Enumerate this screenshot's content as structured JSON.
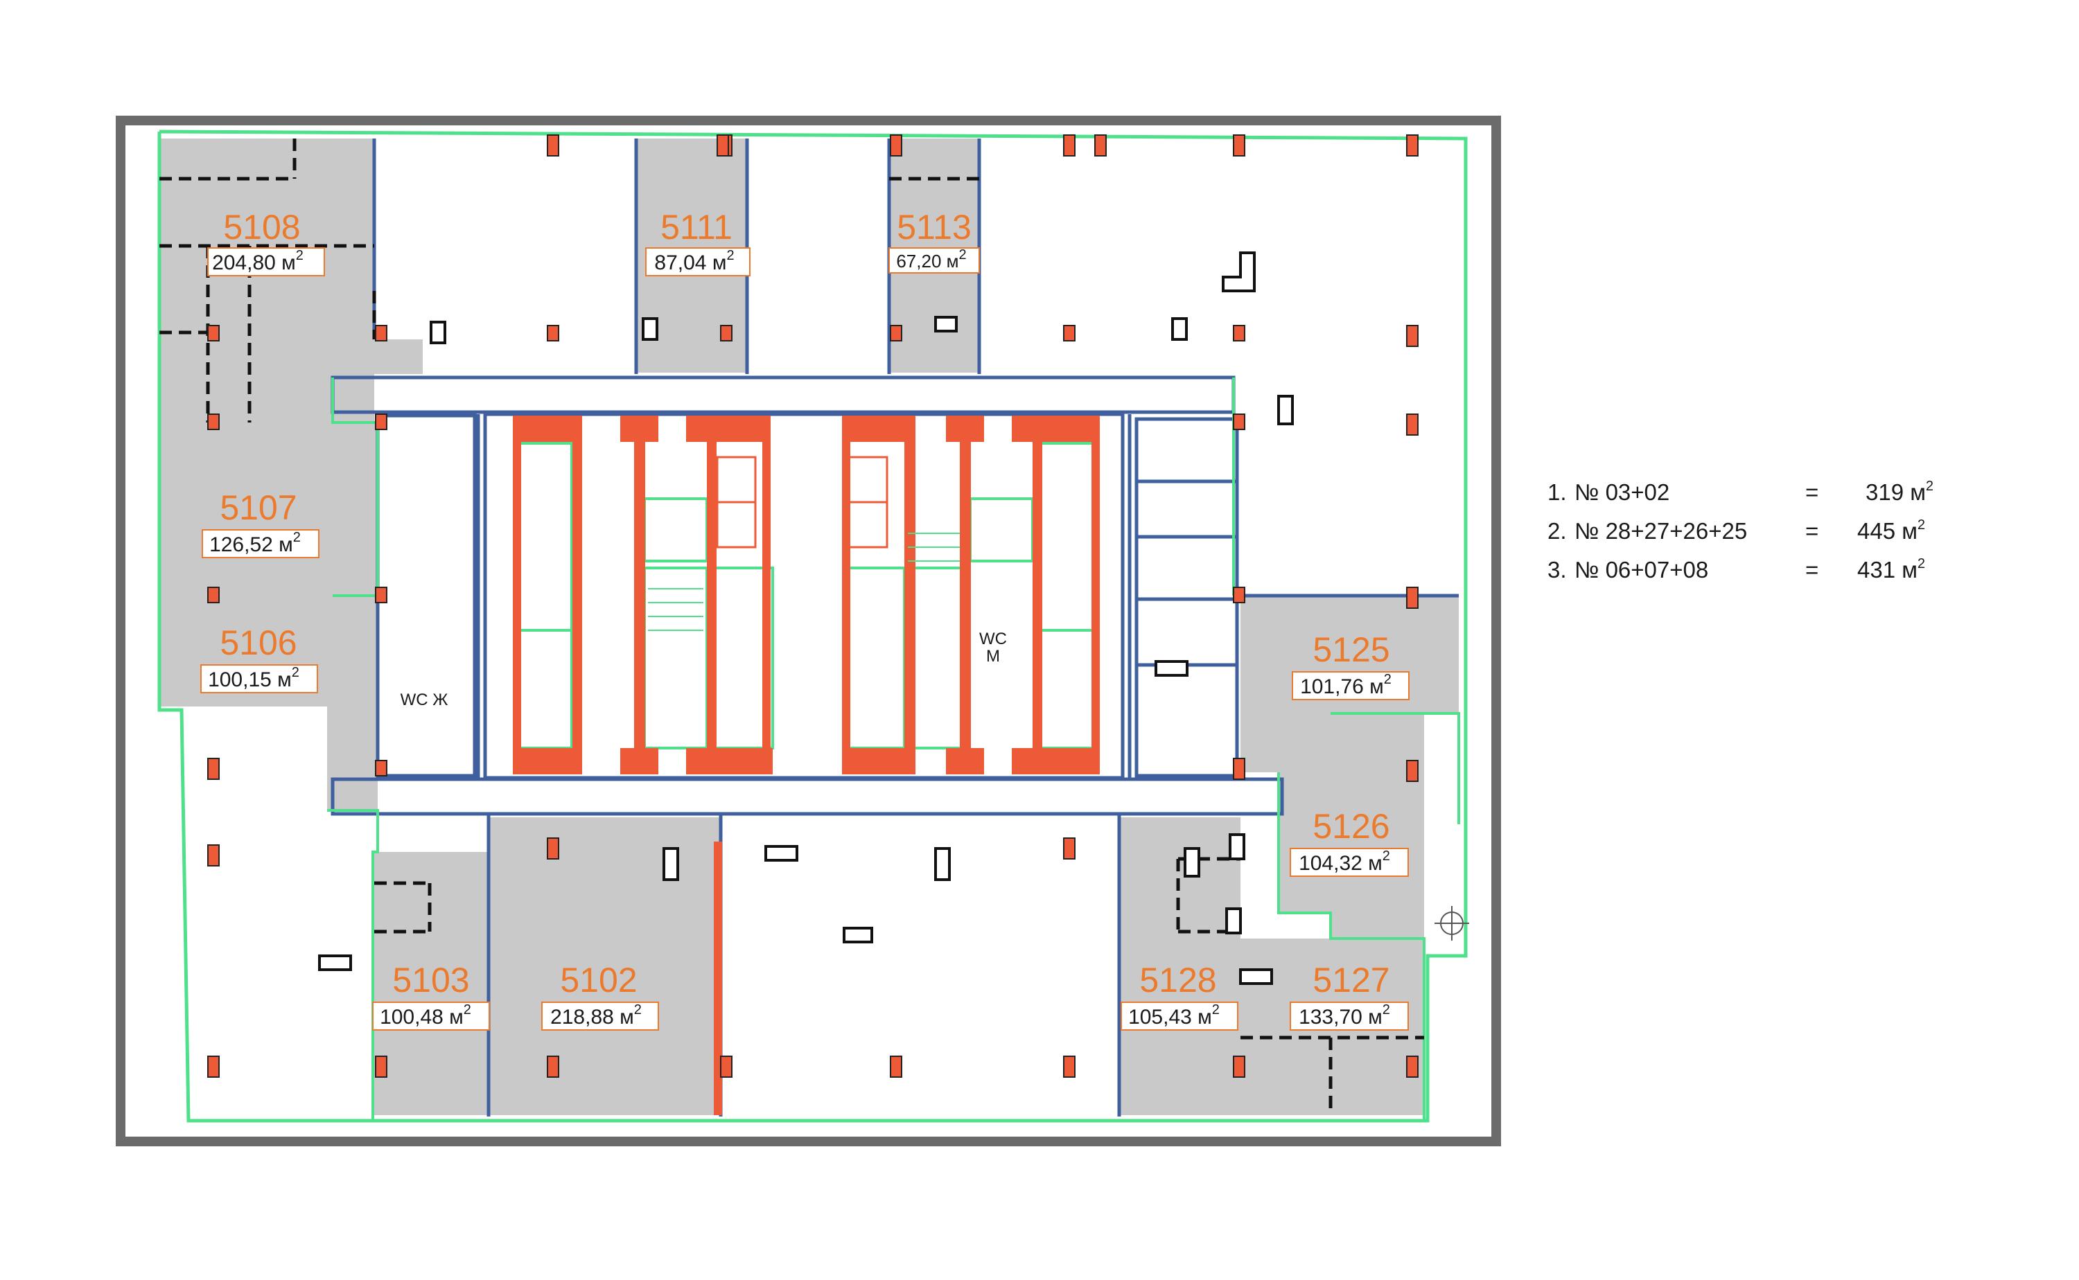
{
  "colors": {
    "frame": "#6b6b6b",
    "outline": "#4fe08c",
    "wall": "#3f5f9e",
    "column": "#ec5a37",
    "room_fill": "#c9c9c9",
    "room_number": "#ec7a2c",
    "label_border": "#ec7a2c",
    "dash": "#111111"
  },
  "units": {
    "area_unit": "м",
    "area_exp": "2"
  },
  "rooms": [
    {
      "number": "5108",
      "area": "204,80"
    },
    {
      "number": "5111",
      "area": "87,04"
    },
    {
      "number": "5113",
      "area": "67,20"
    },
    {
      "number": "5107",
      "area": "126,52"
    },
    {
      "number": "5106",
      "area": "100,15"
    },
    {
      "number": "5125",
      "area": "101,76"
    },
    {
      "number": "5126",
      "area": "104,32"
    },
    {
      "number": "5103",
      "area": "100,48"
    },
    {
      "number": "5102",
      "area": "218,88"
    },
    {
      "number": "5128",
      "area": "105,43"
    },
    {
      "number": "5127",
      "area": "133,70"
    }
  ],
  "wc": {
    "women": "WC Ж",
    "men_top": "WC",
    "men_bottom": "М"
  },
  "summary": [
    {
      "index": "1.",
      "label": "№ 03+02",
      "eq": "=",
      "value": "319 м"
    },
    {
      "index": "2.",
      "label": "№ 28+27+26+25",
      "eq": "=",
      "value": "445 м"
    },
    {
      "index": "3.",
      "label": "№ 06+07+08",
      "eq": "=",
      "value": "431 м"
    }
  ]
}
